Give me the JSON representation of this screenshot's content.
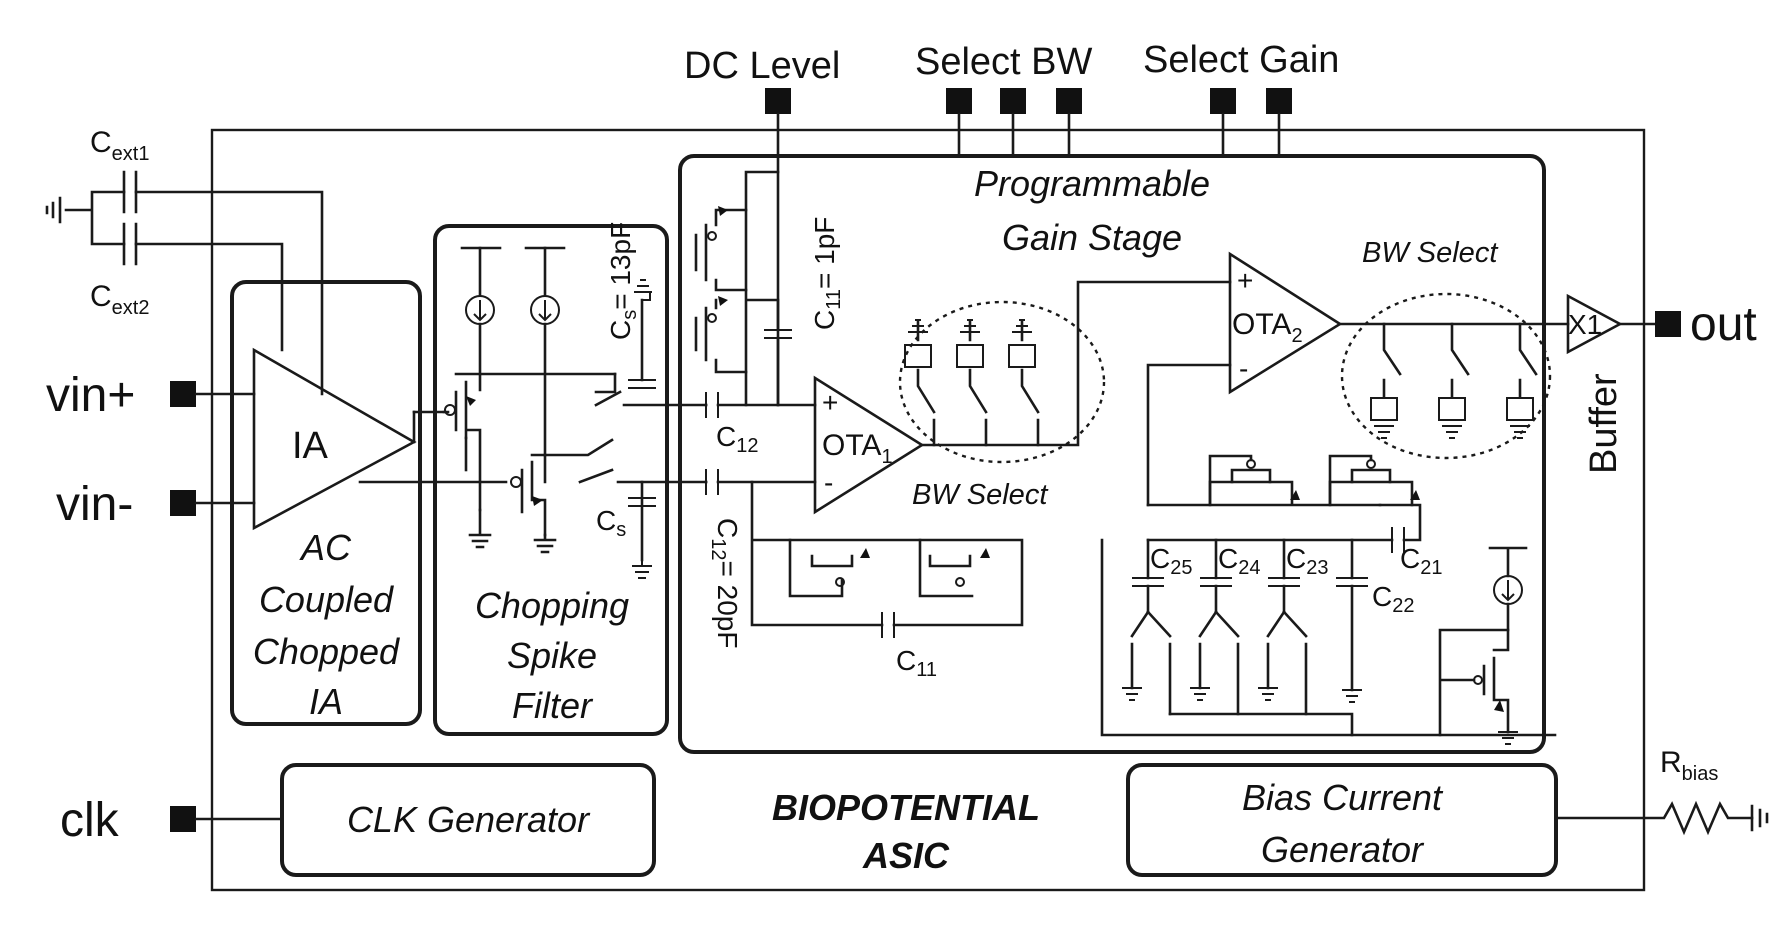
{
  "pins": {
    "vin_plus": "vin+",
    "vin_minus": "vin-",
    "clk": "clk",
    "out": "out",
    "dc_level": "DC Level",
    "select_bw": "Select BW",
    "select_gain": "Select Gain"
  },
  "external": {
    "c_ext1": "C",
    "c_ext1_sub": "ext1",
    "c_ext2": "C",
    "c_ext2_sub": "ext2",
    "r_bias": "R",
    "r_bias_sub": "bias"
  },
  "blocks": {
    "ia": {
      "symbol": "IA",
      "title_lines": [
        "AC",
        "Coupled",
        "Chopped",
        "IA"
      ]
    },
    "spike_filter": {
      "title_lines": [
        "Chopping",
        "Spike",
        "Filter"
      ],
      "cs_value_prefix": "C",
      "cs_value_sub": "s",
      "cs_value_suffix": "= 13pF",
      "cs_label": "C",
      "cs_label_sub": "s"
    },
    "pga": {
      "title_lines": [
        "Programmable",
        "Gain Stage"
      ],
      "c11_value_prefix": "C",
      "c11_value_sub": "11",
      "c11_value_suffix": "= 1pF",
      "c12_value_prefix": "C",
      "c12_value_sub": "12",
      "c12_value_suffix": "= 20pF",
      "c12_label": "C",
      "c12_label_sub": "12",
      "c11_label": "C",
      "c11_label_sub": "11",
      "ota1": "OTA",
      "ota1_sub": "1",
      "ota2": "OTA",
      "ota2_sub": "2",
      "plus": "+",
      "minus": "-",
      "bw_select_1": "BW Select",
      "bw_select_2": "BW Select",
      "caps": [
        {
          "main": "C",
          "sub": "25"
        },
        {
          "main": "C",
          "sub": "24"
        },
        {
          "main": "C",
          "sub": "23"
        },
        {
          "main": "C",
          "sub": "21"
        },
        {
          "main": "C",
          "sub": "22"
        }
      ]
    },
    "buffer": {
      "symbol": "X1",
      "label": "Buffer"
    },
    "clk_gen": "CLK Generator",
    "bias_gen_lines": [
      "Bias Current",
      "Generator"
    ],
    "asic_lines": [
      "BIOPOTENTIAL",
      "ASIC"
    ]
  }
}
